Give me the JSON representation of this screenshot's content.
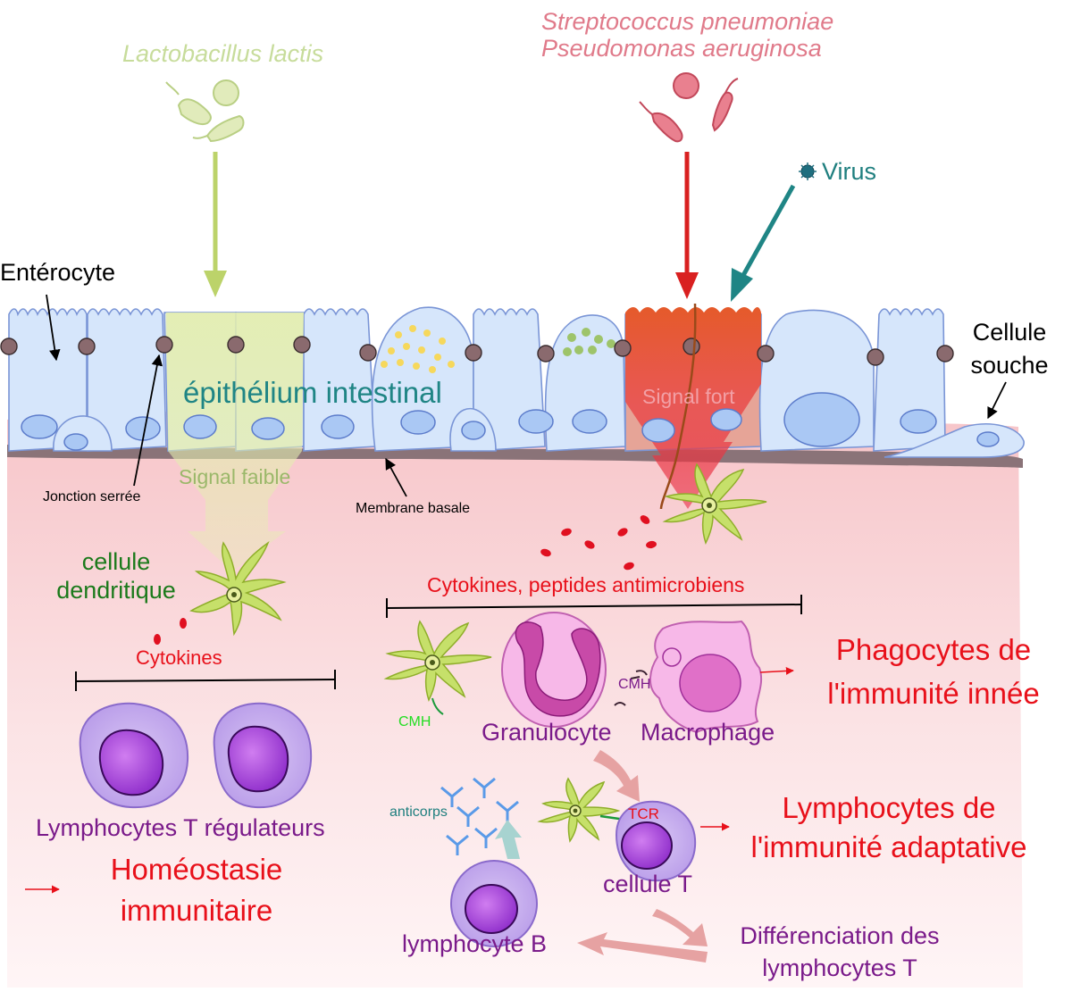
{
  "bacteria_commensal": "Lactobacillus lactis",
  "bacteria_pathogen": [
    "Streptococcus pneumoniae",
    "Pseudomonas aeruginosa"
  ],
  "virus": "Virus",
  "enterocyte": "Entérocyte",
  "stem_cell": [
    "Cellule",
    "souche"
  ],
  "epithelium": "épithélium intestinal",
  "signal_strong": "Signal fort",
  "signal_weak": "Signal faible",
  "tight_junction": "Jonction serrée",
  "basal_membrane": "Membrane basale",
  "dendritic_cell": [
    "cellule",
    "dendritique"
  ],
  "cytokines_peptides": "Cytokines, peptides antimicrobiens",
  "cytokines": "Cytokines",
  "phagocytes": [
    "Phagocytes de",
    "l'immunité innée"
  ],
  "cmh": "CMH",
  "granulocyte": "Granulocyte",
  "macrophage": "Macrophage",
  "t_regs": "Lymphocytes T régulateurs",
  "homeostasis": [
    "Homéostasie",
    "immunitaire"
  ],
  "antibodies": "anticorps",
  "tcr": "TCR",
  "lymphocytes_adaptive": [
    "Lymphocytes de",
    "l'immunité adaptative"
  ],
  "t_cell": "cellule T",
  "b_cell": "lymphocyte B",
  "t_diff": [
    "Différenciation des",
    "lymphocytes T"
  ],
  "colors": {
    "commensal": "#c7dc9b",
    "pathogen": "#e07a8a",
    "virus": "#1f7f7f",
    "red_label": "#e8101a",
    "purple_label": "#7a1a8a",
    "green_label": "#1b7a1b",
    "cell_fill": "#d6e6fb",
    "cell_stroke": "#6f8fcf",
    "tissue": "#f9d0d3"
  }
}
